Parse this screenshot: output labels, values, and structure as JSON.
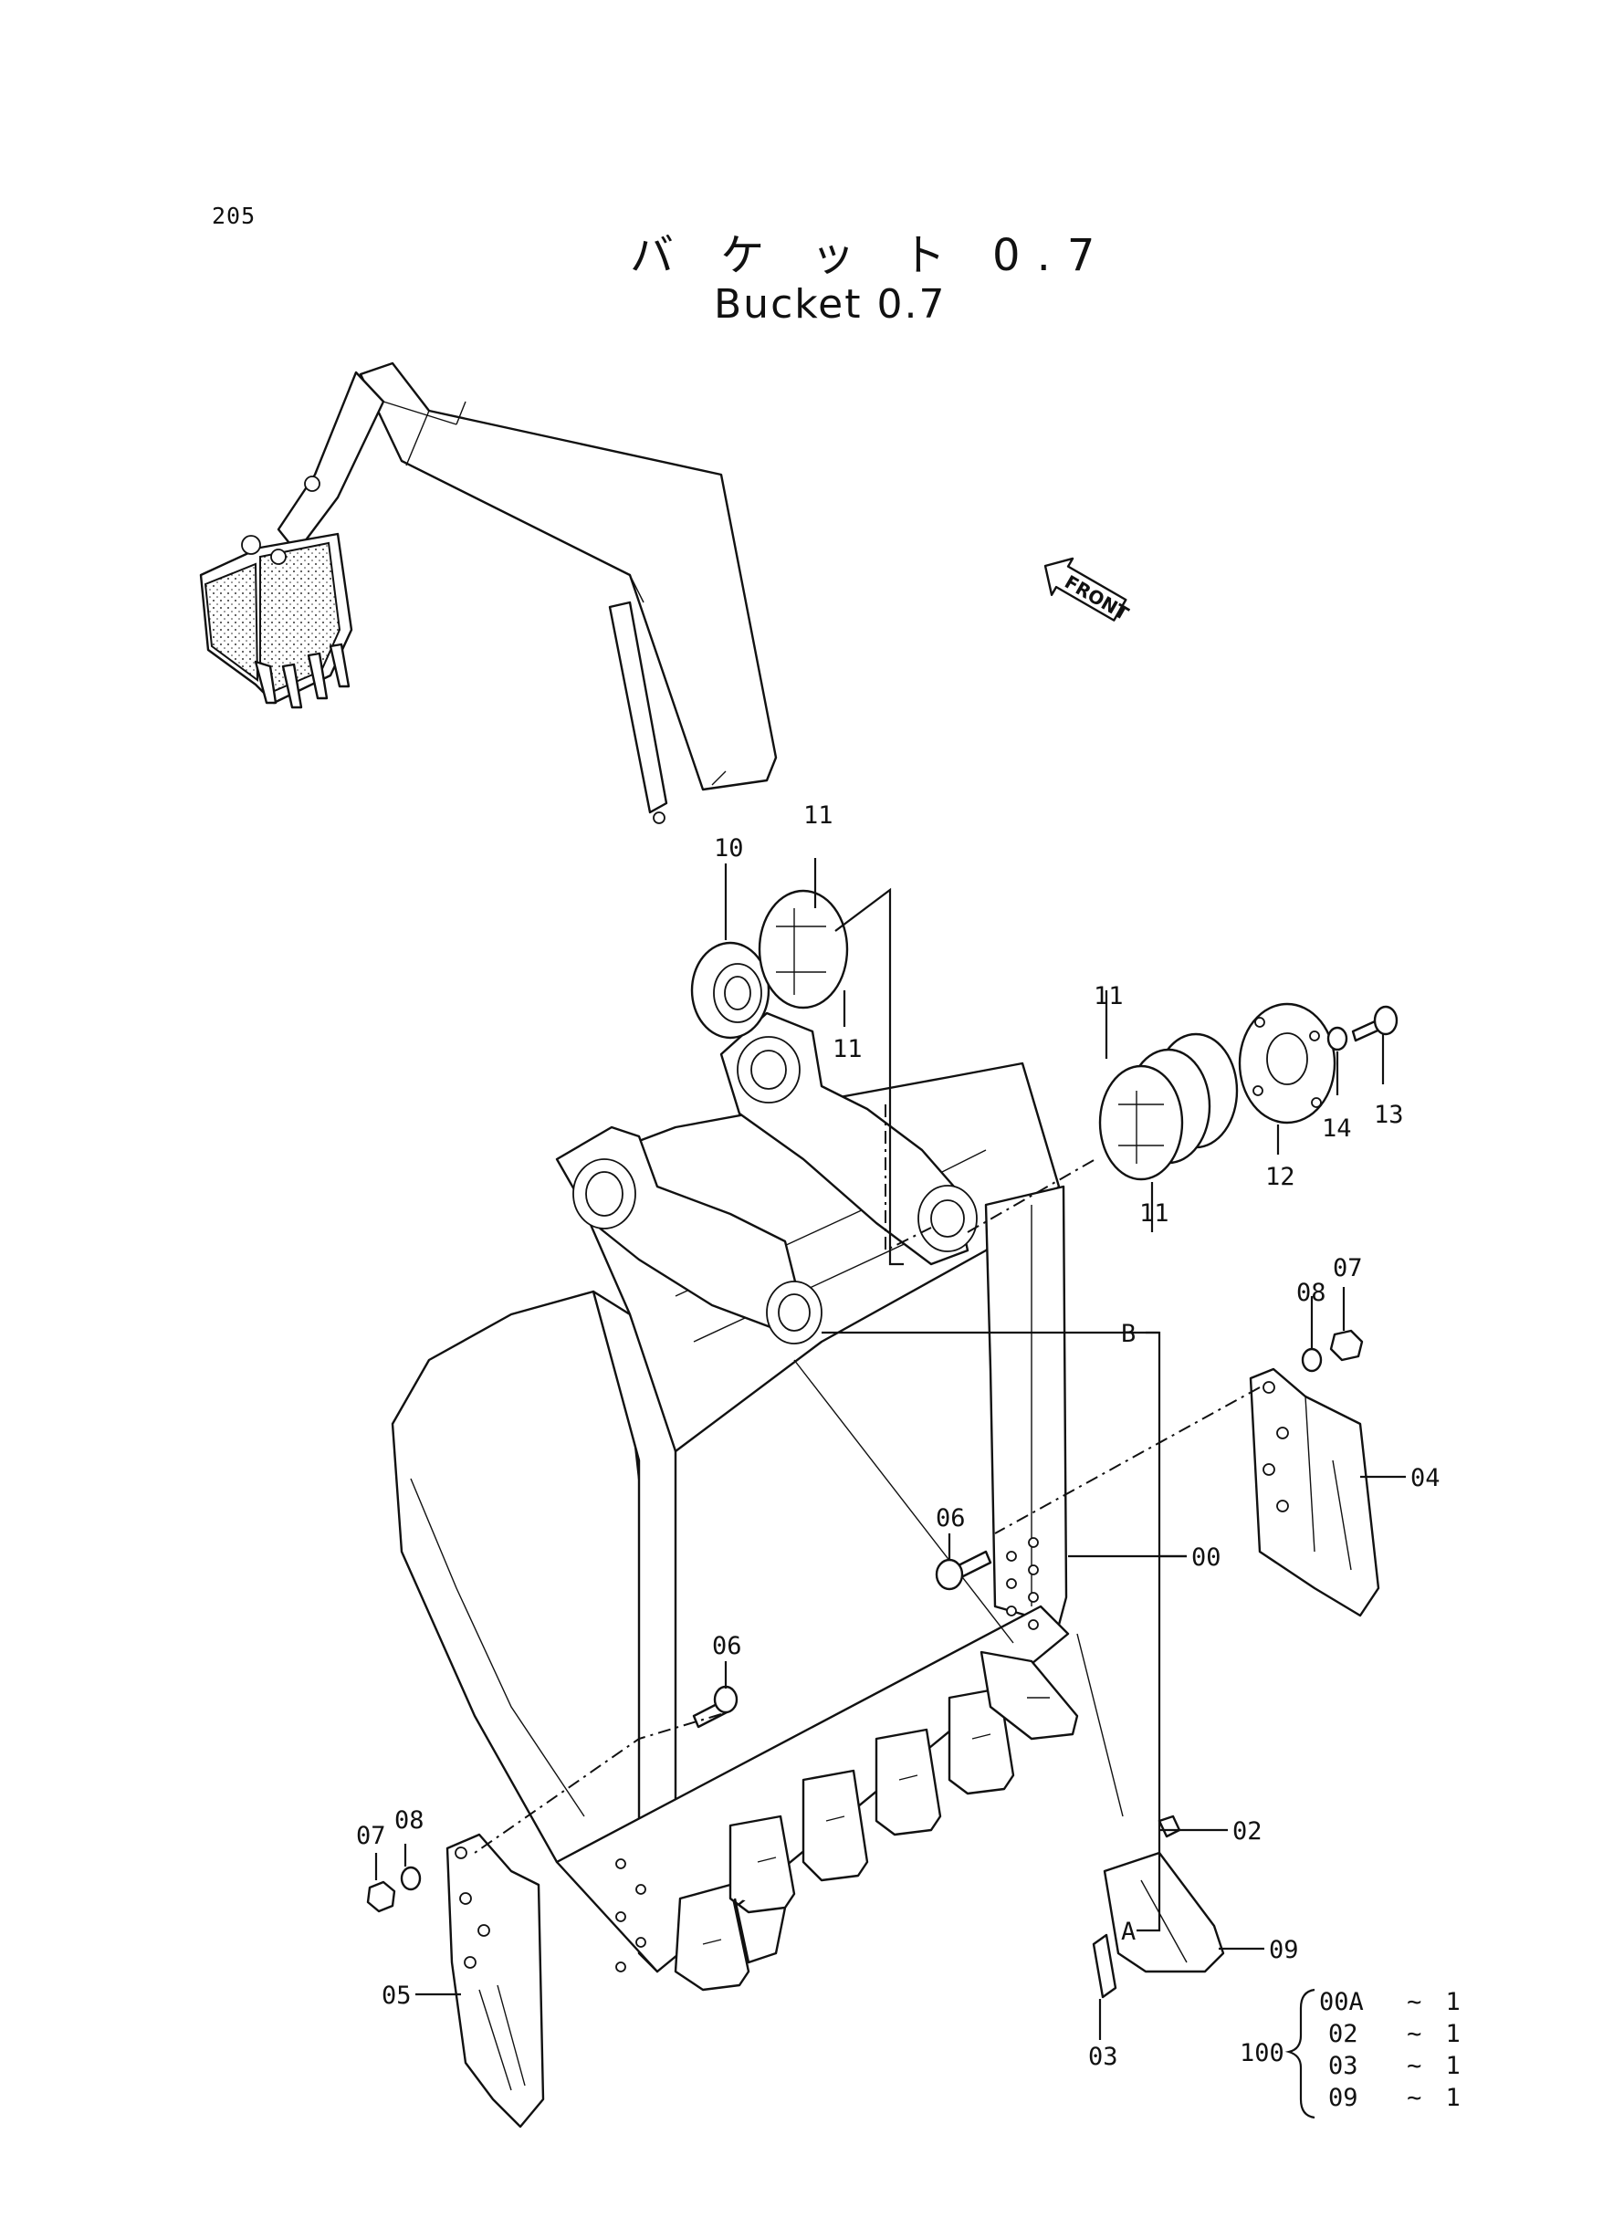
{
  "page_number": "205",
  "title_jp": "バ ケ ッ ト 0.7",
  "title_en": "Bucket 0.7",
  "front_arrow_label": "FRONT",
  "callouts": {
    "c10": "10",
    "c11a": "11",
    "c11b": "11",
    "c11c": "11",
    "c11d": "11",
    "c12": "12",
    "c13": "13",
    "c14": "14",
    "c07a": "07",
    "c08a": "08",
    "c04": "04",
    "c06a": "06",
    "c00": "00",
    "c06b": "06",
    "cB": "B",
    "cA": "A",
    "c07b": "07",
    "c08b": "08",
    "c05": "05",
    "c02": "02",
    "c09": "09",
    "c03": "03"
  },
  "kit": {
    "number": "100",
    "items": [
      {
        "part": "00A",
        "sep": "~",
        "qty": "1"
      },
      {
        "part": "02",
        "sep": "~",
        "qty": "1"
      },
      {
        "part": "03",
        "sep": "~",
        "qty": "1"
      },
      {
        "part": "09",
        "sep": "~",
        "qty": "1"
      }
    ]
  },
  "icons": [
    "front-arrow-icon",
    "excavator-arm-icon"
  ]
}
